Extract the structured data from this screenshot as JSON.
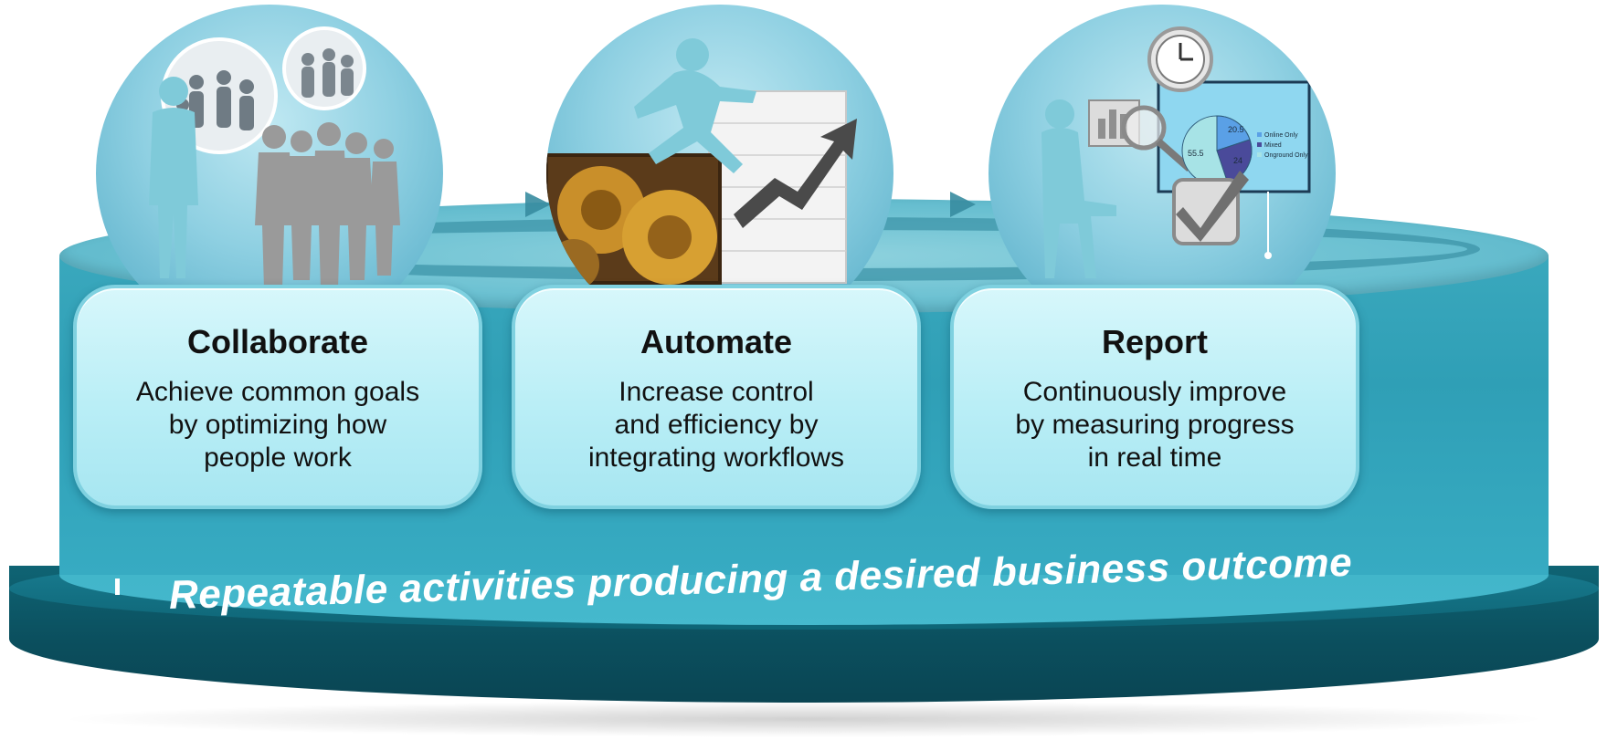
{
  "cards": [
    {
      "title": "Collaborate",
      "description": [
        "Achieve common goals",
        "by optimizing how",
        "people work"
      ]
    },
    {
      "title": "Automate",
      "description": [
        "Increase control",
        "and efficiency by",
        "integrating workflows"
      ]
    },
    {
      "title": "Report",
      "description": [
        "Continuously improve",
        "by measuring progress",
        "in real time"
      ]
    }
  ],
  "tagline": "Repeatable activities producing a desired business outcome",
  "pie_chart": {
    "values": [
      "55.5",
      "20.5",
      "24"
    ],
    "legend": [
      "Online Only",
      "Mixed",
      "Onground Only"
    ]
  },
  "colors": {
    "base": "#0b4f5e",
    "upper": "#2f9fb6",
    "card": "#b9eef6"
  }
}
